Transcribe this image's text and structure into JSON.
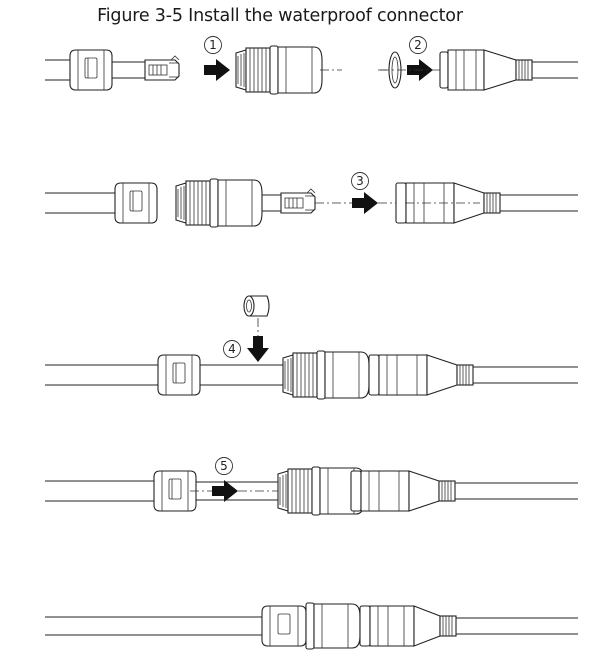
{
  "figure": {
    "caption": "Figure 3-5 Install the waterproof connector"
  },
  "steps": [
    {
      "number": "1"
    },
    {
      "number": "2"
    },
    {
      "number": "3"
    },
    {
      "number": "4"
    },
    {
      "number": "5"
    }
  ]
}
